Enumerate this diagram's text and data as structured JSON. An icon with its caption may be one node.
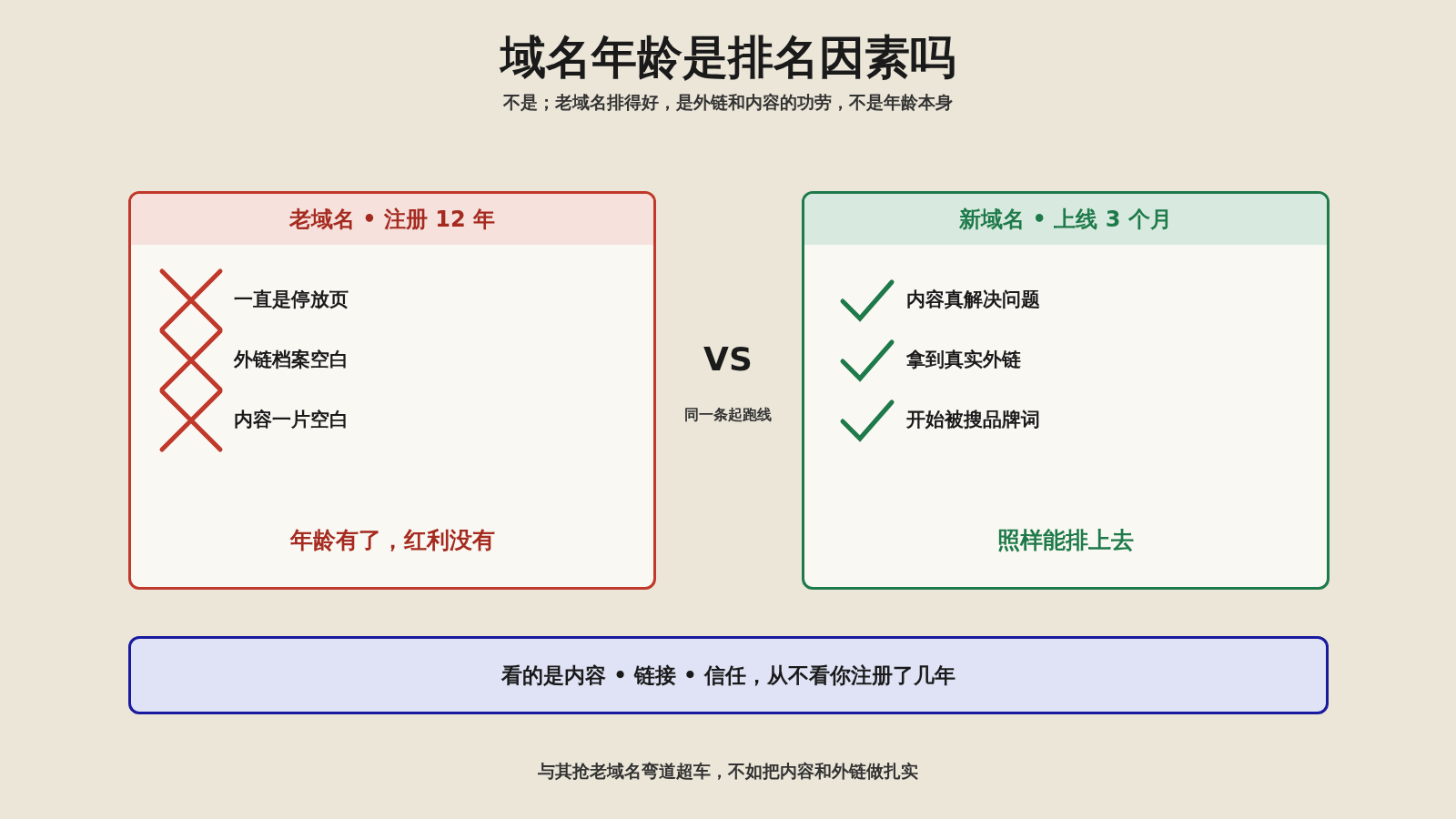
{
  "diagram": {
    "title": "域名年龄是排名因素吗",
    "nodes": [
      {
        "text": [
          "老域名 • 注册 12 年",
          "一直是停放页",
          "外链档案空白",
          "内容一片空白",
          "年龄有了，红利没有"
        ]
      },
      {
        "text": [
          "新域名 • 上线 3 个月",
          "内容真解决问题",
          "拿到真实外链",
          "开始被搜品牌词",
          "照样能排上去"
        ]
      },
      {
        "text": [
          "看的是内容 • 链接 • 信任，从不看你注册了几年"
        ]
      }
    ],
    "edges": [],
    "labels": [
      "不是；老域名排得好，是外链和内容的功劳，不是年龄本身",
      "VS",
      "同一条起跑线",
      "与其抢老域名弯道超车，不如把内容和外链做扎实"
    ]
  }
}
